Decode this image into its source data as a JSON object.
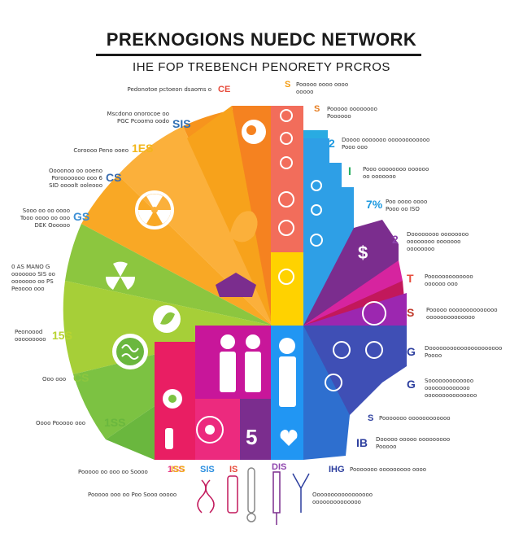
{
  "title": "PREKNOGIONS NUEDC NETWORK",
  "subtitle": "IHE FOP TREBENCH PENORETY PRCROS",
  "center_number": "5",
  "left_labels": [
    {
      "text": "Pedonotoe pctoeon dsaoms o",
      "num": "CE",
      "color": "#e74c3c"
    },
    {
      "text": "Mscdono onorocoe oo\nPGC Pcoomo oodo",
      "num": "SIS",
      "color": "#2f6fb3"
    },
    {
      "text": "Coroooo Peno ooeo",
      "num": "1ES",
      "color": "#f2b61a"
    },
    {
      "text": "Oooonoo oo ooeno\nPorooooooo ooo 6\nSID oooolt ooleooo",
      "num": "CS",
      "color": "#3a6db0"
    },
    {
      "text": "Sooo oo oo oooo\nTooo oooo oo ooo\nDEK Oooooo",
      "num": "GS",
      "color": "#3c8fd6"
    },
    {
      "text": "0 AS MANO G\nooooooo SIS oo\nooooooo oo PS\nPeoooo ooo",
      "num": "",
      "color": "#8cc63f"
    },
    {
      "text": "Peonoood\nooooooooo",
      "num": "15S",
      "color": "#b8d432"
    },
    {
      "text": "Ooo ooo",
      "num": "CS",
      "color": "#8cc63f"
    },
    {
      "text": "Oooo Pooooo ooo",
      "num": "1SS",
      "color": "#6ab73e"
    },
    {
      "text": "Pooooo oo ooo oo Soooo",
      "num": "1SS",
      "color": "#e83a8a"
    },
    {
      "text": "Pooooo ooo oo Poo Sooo ooooo",
      "num": "",
      "color": "#333"
    }
  ],
  "right_labels": [
    {
      "text": "Pooooo oooo oooo\nooooo",
      "num": "S",
      "color": "#f39c12"
    },
    {
      "text": "Pooooo oooooooo\nPoooooo",
      "num": "S",
      "color": "#e67e22"
    },
    {
      "text": "Doooo ooooooo oooooooooooo\nPooo ooo",
      "num": "2",
      "color": "#1e9ae0"
    },
    {
      "text": "Pooo oooooooo oooooo\noo ooooooo",
      "num": "I",
      "color": "#27ae60"
    },
    {
      "text": "Poo oooo oooo\nPooo oo ISO",
      "num": "7%",
      "color": "#1e9ae0"
    },
    {
      "text": "Doooooooo oooooooo\noooooooo ooooooo\noooooooo",
      "num": "2",
      "color": "#8e44ad"
    },
    {
      "text": "Pooooooooooooo\noooooo ooo",
      "num": "T",
      "color": "#e74c3c"
    },
    {
      "text": "Pooooo oooooooooooooo\noooooooooooooo",
      "num": "S",
      "color": "#c0392b"
    },
    {
      "text": "Dooooooooooooooooooooo\nPoooo",
      "num": "G",
      "color": "#2c3e9e"
    },
    {
      "text": "Sooooooooooooo\nooooooooooooo\nooooooooooooooo",
      "num": "G",
      "color": "#2c3e9e"
    },
    {
      "text": "Pooooooo oooooooooooo",
      "num": "S",
      "color": "#2c3e9e"
    },
    {
      "text": "Dooooo ooooo ooooooooo\nPooooo",
      "num": "IB",
      "color": "#2c3e9e"
    },
    {
      "text": "Pooooooo ooooooooo oooo",
      "num": "IHG",
      "color": "#2c3e9e"
    },
    {
      "text": "Ooooooooooooooooo\noooooooooooooo",
      "num": "",
      "color": "#333"
    }
  ],
  "bottom_labels": [
    {
      "text": "ISS",
      "color": "#f2b61a"
    },
    {
      "text": "SIS",
      "color": "#2c8fe0"
    },
    {
      "text": "IS",
      "color": "#e74c3c"
    },
    {
      "text": "DIS",
      "color": "#8e44ad"
    }
  ],
  "colors": {
    "orange": "#f7941d",
    "yellow_orange": "#fbb03b",
    "red_orange": "#f15a29",
    "coral": "#f26d5b",
    "green": "#8cc63f",
    "lime": "#b8d432",
    "dark_green": "#6ab73e",
    "magenta": "#d6249f",
    "pink": "#ec2a7e",
    "purple": "#7b2d8e",
    "blue": "#2e9fe6",
    "navy": "#3f4fb5",
    "yellow": "#ffd200",
    "cyan": "#29abe2"
  },
  "icons": [
    "radiation-icon",
    "brain-icon",
    "person-icon",
    "gear-icon",
    "dna-icon",
    "flask-icon",
    "dollar-icon",
    "thermometer-icon",
    "heart-icon",
    "lungs-icon"
  ]
}
